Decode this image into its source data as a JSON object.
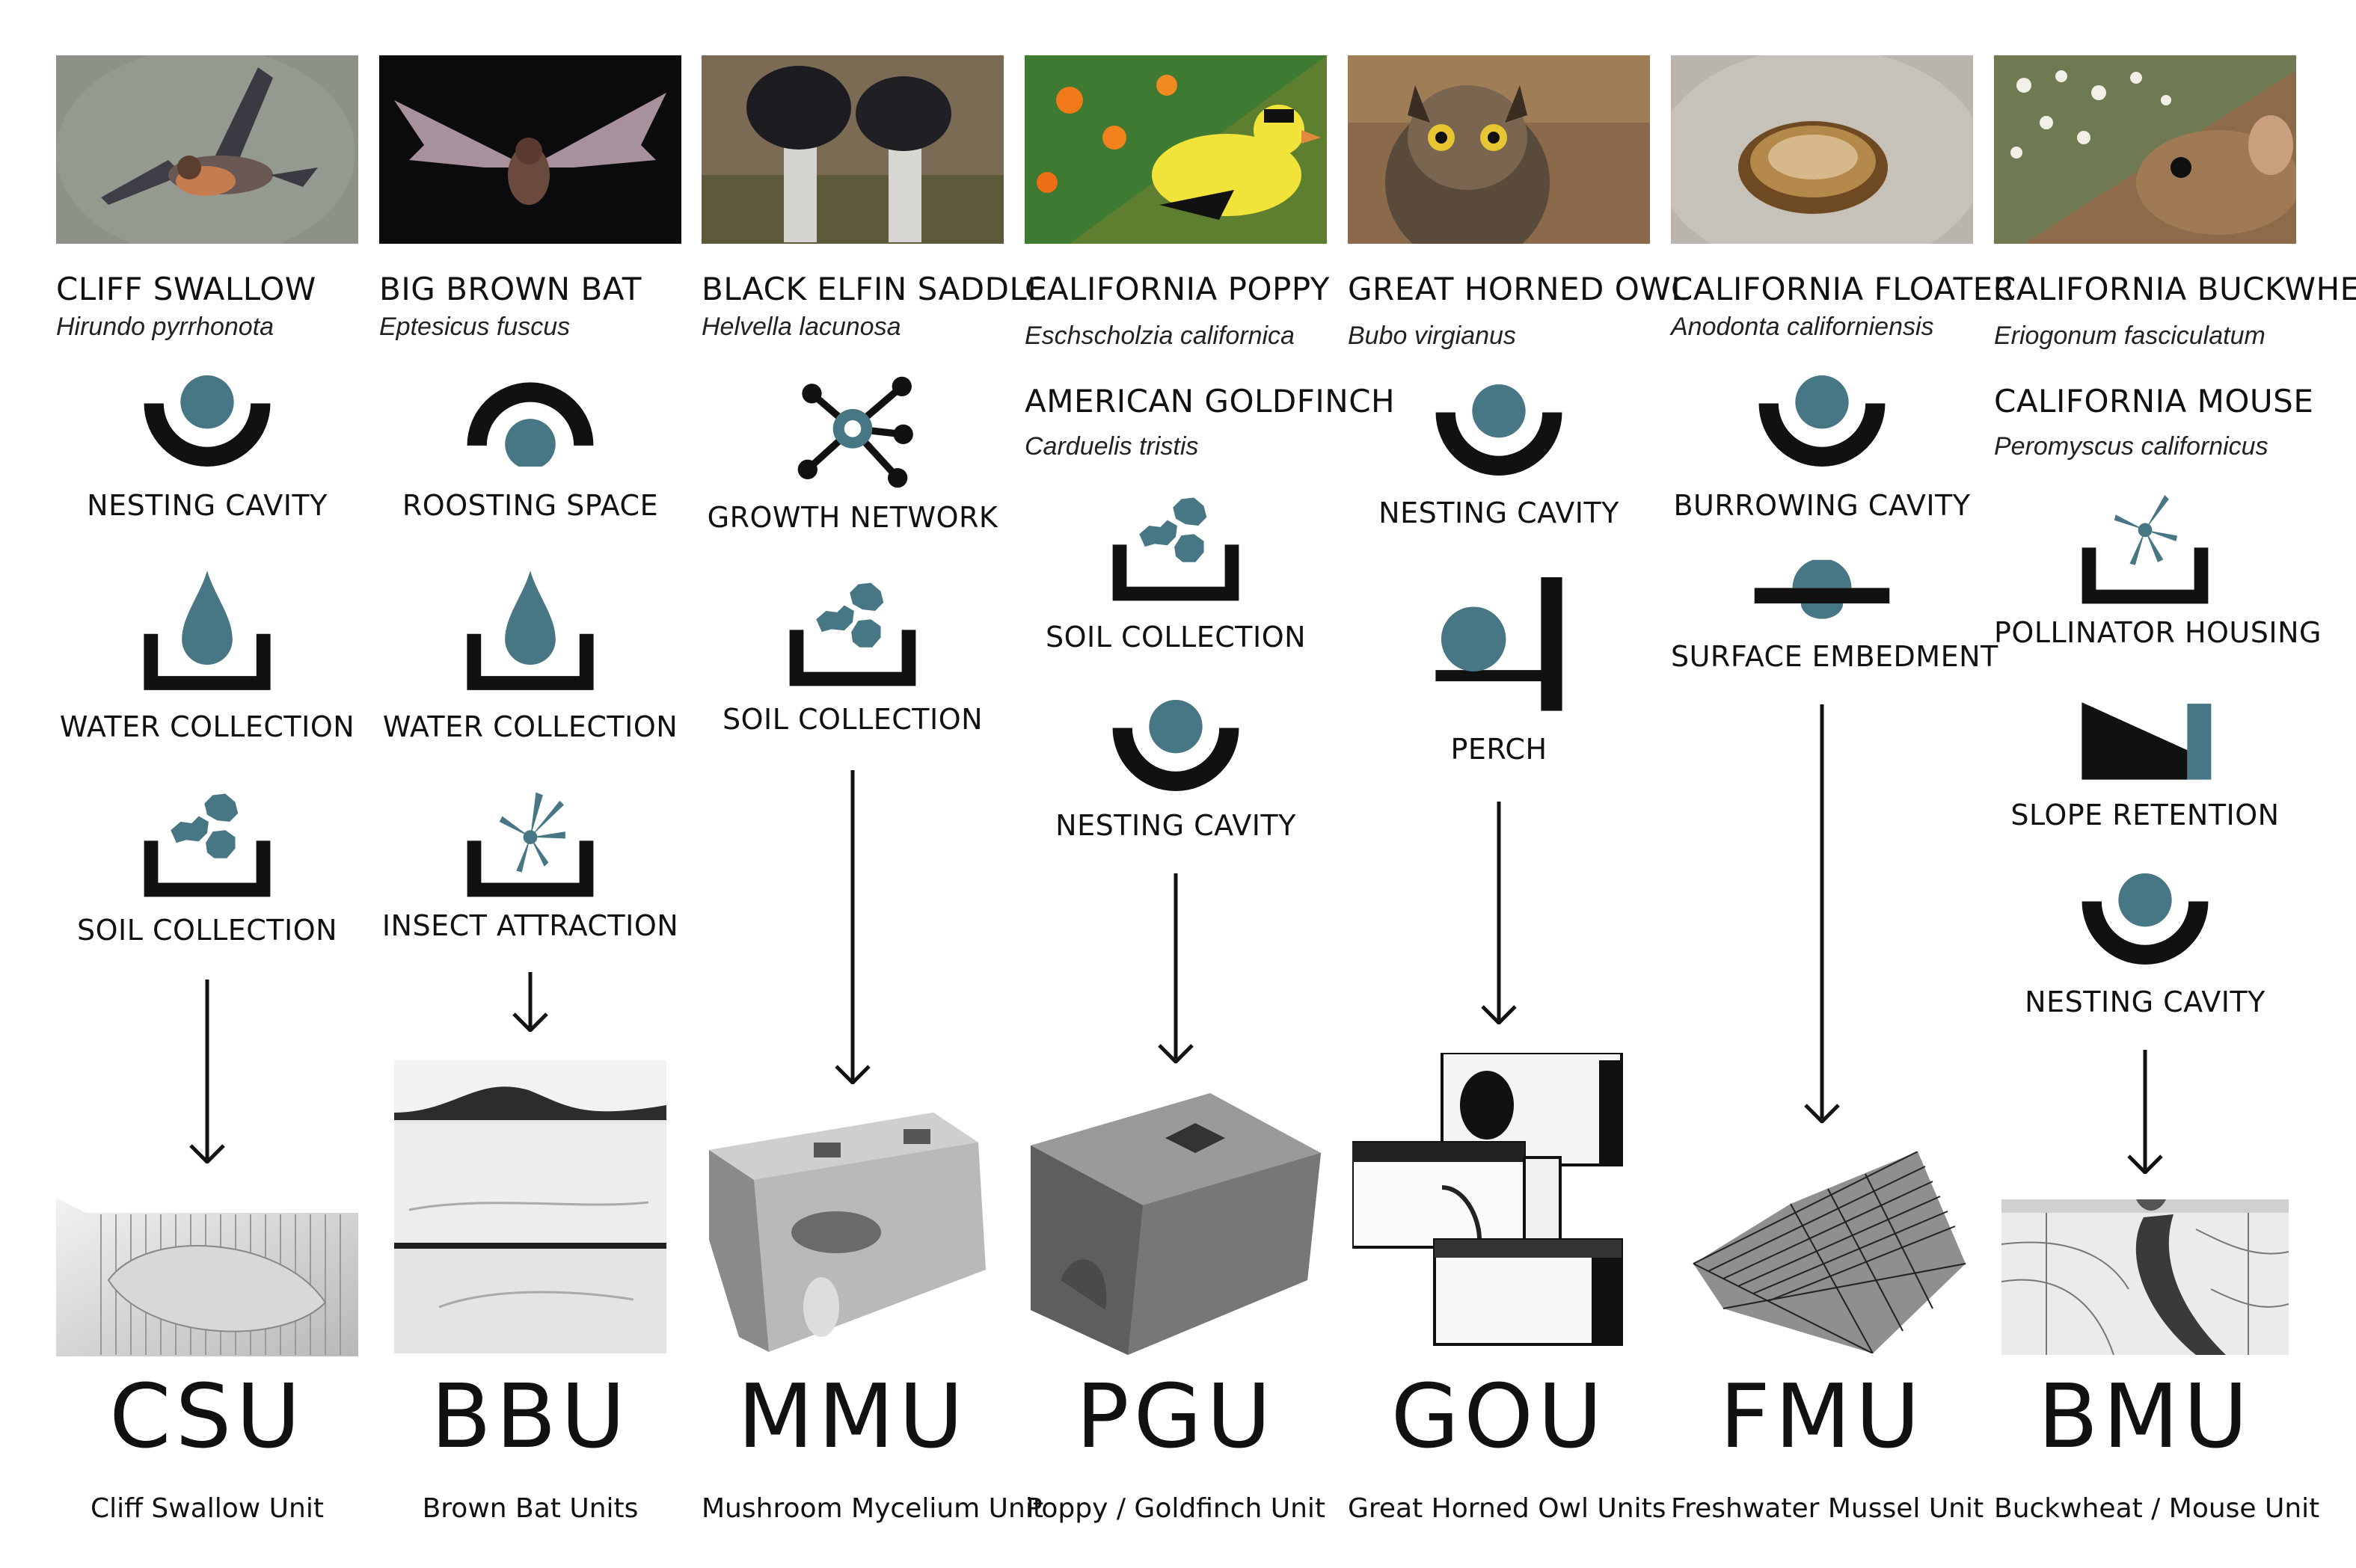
{
  "accent_color": "#477684",
  "icon_color": "#111111",
  "columns": [
    {
      "photo": "cliff-swallow-photo",
      "name": "CLIFF SWALLOW",
      "scientific": "Hirundo pyrrhonota",
      "features": [
        "NESTING CAVITY",
        "WATER COLLECTION",
        "SOIL COLLECTION"
      ],
      "code": "CSU",
      "full_name": "Cliff Swallow Unit"
    },
    {
      "photo": "big-brown-bat-photo",
      "name": "BIG BROWN BAT",
      "scientific": "Eptesicus fuscus",
      "features": [
        "ROOSTING SPACE",
        "WATER COLLECTION",
        "INSECT ATTRACTION"
      ],
      "code": "BBU",
      "full_name": "Brown Bat Units"
    },
    {
      "photo": "black-elfin-saddle-photo",
      "name": "BLACK ELFIN SADDLE",
      "scientific": "Helvella lacunosa",
      "features": [
        "GROWTH NETWORK",
        "SOIL COLLECTION"
      ],
      "code": "MMU",
      "full_name": "Mushroom Mycelium Unit"
    },
    {
      "photo": "poppy-goldfinch-photo",
      "name": "CALIFORNIA POPPY",
      "scientific": "Eschscholzia californica",
      "name2": "AMERICAN GOLDFINCH",
      "scientific2": "Carduelis tristis",
      "features": [
        "SOIL COLLECTION",
        "NESTING CAVITY"
      ],
      "code": "PGU",
      "full_name": "Poppy / Goldfinch Unit"
    },
    {
      "photo": "great-horned-owl-photo",
      "name": "GREAT HORNED OWL",
      "scientific": "Bubo virgianus",
      "features": [
        "NESTING CAVITY",
        "PERCH"
      ],
      "code": "GOU",
      "full_name": "Great Horned Owl Units"
    },
    {
      "photo": "california-floater-photo",
      "name": "CALIFORNIA FLOATER",
      "scientific": "Anodonta californiensis",
      "features": [
        "BURROWING CAVITY",
        "SURFACE EMBEDMENT"
      ],
      "code": "FMU",
      "full_name": "Freshwater Mussel Unit"
    },
    {
      "photo": "buckwheat-mouse-photo",
      "name": "CALIFORNIA BUCKWHEAT",
      "scientific": "Eriogonum fasciculatum",
      "name2": "CALIFORNIA MOUSE",
      "scientific2": "Peromyscus californicus",
      "features": [
        "POLLINATOR HOUSING",
        "SLOPE RETENTION",
        "NESTING CAVITY"
      ],
      "code": "BMU",
      "full_name": "Buckwheat / Mouse Unit"
    }
  ]
}
